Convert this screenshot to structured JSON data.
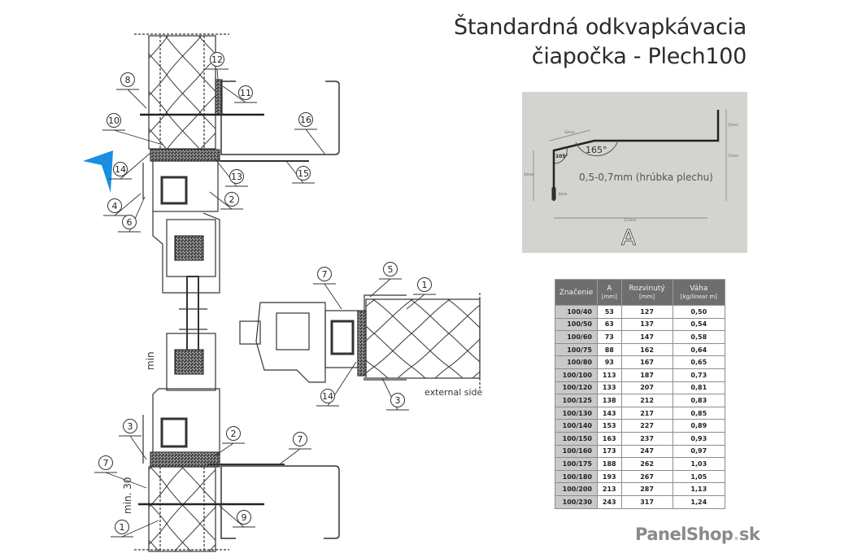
{
  "title": {
    "line1": "Štandardná odkvapkávacia",
    "line2": "čiapočka - Plech100"
  },
  "profile": {
    "thickness_label": "0,5-0,7mm (hrúbka plechu)",
    "angle_1": "105°",
    "angle_2": "165°",
    "dim_top": "32mm",
    "dim_right_upper": "25mm",
    "dim_right_lower": "73mm",
    "dim_left": "40mm",
    "dim_hem": "8mm",
    "dim_bottom": "113mm",
    "variable_label": "A"
  },
  "table": {
    "headers": [
      {
        "main": "Značenie",
        "sub": ""
      },
      {
        "main": "A",
        "sub": "[mm]"
      },
      {
        "main": "Rozvinutý",
        "sub": "[mm]"
      },
      {
        "main": "Váha",
        "sub": "[kg/linear m]"
      }
    ],
    "rows": [
      [
        "100/40",
        "53",
        "127",
        "0,50"
      ],
      [
        "100/50",
        "63",
        "137",
        "0,54"
      ],
      [
        "100/60",
        "73",
        "147",
        "0,58"
      ],
      [
        "100/75",
        "88",
        "162",
        "0,64"
      ],
      [
        "100/80",
        "93",
        "167",
        "0,65"
      ],
      [
        "100/100",
        "113",
        "187",
        "0,73"
      ],
      [
        "100/120",
        "133",
        "207",
        "0,81"
      ],
      [
        "100/125",
        "138",
        "212",
        "0,83"
      ],
      [
        "100/130",
        "143",
        "217",
        "0,85"
      ],
      [
        "100/140",
        "153",
        "227",
        "0,89"
      ],
      [
        "100/150",
        "163",
        "237",
        "0,93"
      ],
      [
        "100/160",
        "173",
        "247",
        "0,97"
      ],
      [
        "100/175",
        "188",
        "262",
        "1,03"
      ],
      [
        "100/180",
        "193",
        "267",
        "1,05"
      ],
      [
        "100/200",
        "213",
        "287",
        "1,13"
      ],
      [
        "100/230",
        "243",
        "317",
        "1,24"
      ]
    ]
  },
  "drawing": {
    "callouts": [
      "8",
      "12",
      "11",
      "10",
      "16",
      "14",
      "13",
      "15",
      "4",
      "6",
      "2",
      "7",
      "5",
      "1",
      "14",
      "3",
      "3",
      "2",
      "7",
      "7",
      "9",
      "1"
    ],
    "external_side": "external side",
    "min_label": "min",
    "min30_label": "min. 30"
  },
  "colors": {
    "pointer": "#1a8ee0",
    "header_bg": "#6e6e6e",
    "first_col_bg": "#c9c9c9"
  },
  "logo": {
    "text": "PanelShop",
    "suffix": "sk"
  }
}
